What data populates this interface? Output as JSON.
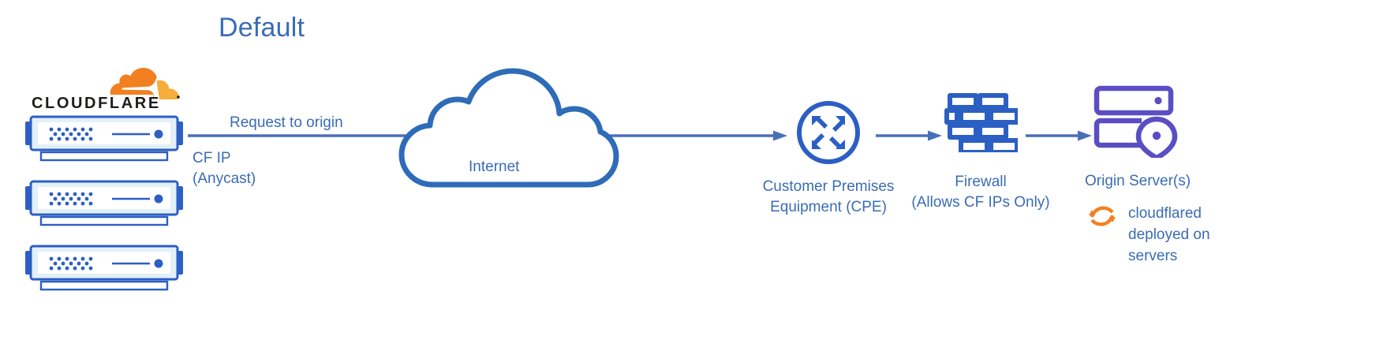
{
  "title": "Default",
  "colors": {
    "label_blue": "#3a6cb5",
    "icon_blue": "#2c5fc4",
    "arrow_blue": "#4a6fb8",
    "cloud_blue": "#2e6cb8",
    "server_purple": "#5b4ec4",
    "cf_orange": "#f38020",
    "cf_orange_light": "#f6ad3c",
    "wordmark_black": "#1d1d1b"
  },
  "left_stack": {
    "brand": "CLOUDFLARE",
    "logo_icon": "cloudflare-cloud-icon",
    "servers": [
      {
        "name": "cloudflare-server-1"
      },
      {
        "name": "cloudflare-server-2"
      },
      {
        "name": "cloudflare-server-3"
      }
    ]
  },
  "flow": {
    "request_label": "Request to origin",
    "cf_ip_line1": "CF IP",
    "cf_ip_line2": "(Anycast)",
    "main_arrow_icon": "right-arrow-icon"
  },
  "internet": {
    "label": "Internet",
    "icon": "cloud-outline-icon"
  },
  "cpe": {
    "icon": "converging-arrows-circle-icon",
    "label_line1": "Customer Premises",
    "label_line2": "Equipment (CPE)",
    "arrow_icon": "right-arrow-icon"
  },
  "firewall": {
    "icon": "brick-wall-icon",
    "label_line1": "Firewall",
    "label_line2": "(Allows CF IPs Only)",
    "arrow_icon": "right-arrow-icon"
  },
  "origin": {
    "icon": "origin-server-pin-icon",
    "label": "Origin Server(s)",
    "cloudflared_icon": "refresh-sync-icon",
    "cloudflared_line1": "cloudflared",
    "cloudflared_line2": "deployed on",
    "cloudflared_line3": "servers"
  }
}
